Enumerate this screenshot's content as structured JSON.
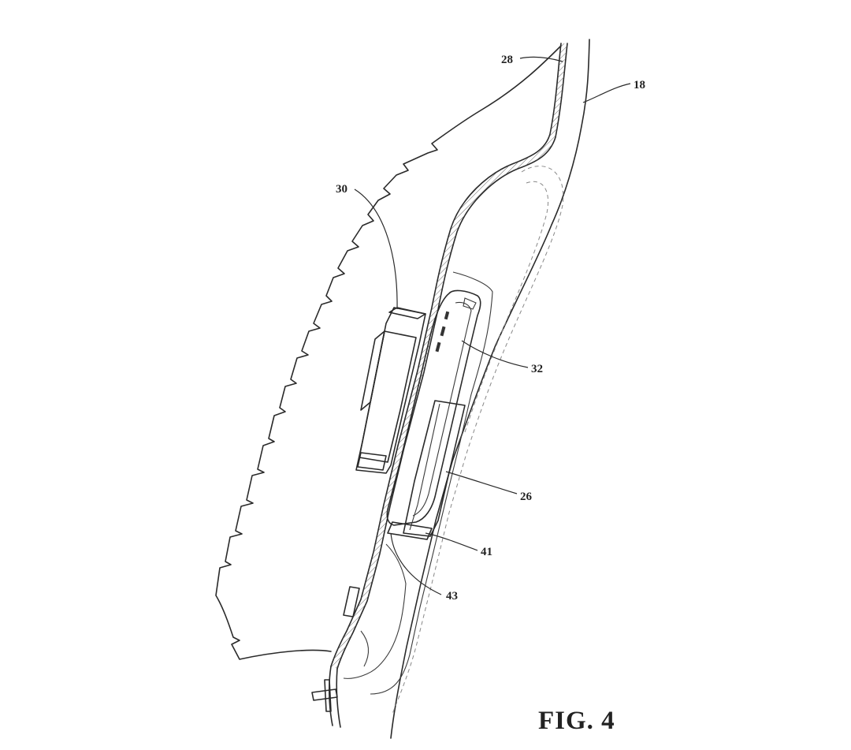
{
  "figure": {
    "caption": "FIG. 4",
    "reference_numerals": {
      "r18": "18",
      "r26": "26",
      "r28": "28",
      "r30": "30",
      "r32": "32",
      "r41": "41",
      "r43": "43"
    }
  }
}
